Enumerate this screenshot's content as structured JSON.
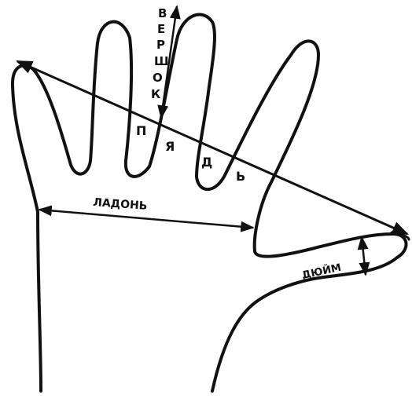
{
  "diagram": {
    "labels": {
      "vershok": [
        "В",
        "Е",
        "Р",
        "Ш",
        "О",
        "К"
      ],
      "pyad": [
        "П",
        "Я",
        "Д",
        "Ь"
      ],
      "ladon": "ЛАДОНЬ",
      "dyuim": "ДЮЙМ"
    },
    "colors": {
      "ink": "#111111",
      "background": "#ffffff"
    }
  }
}
